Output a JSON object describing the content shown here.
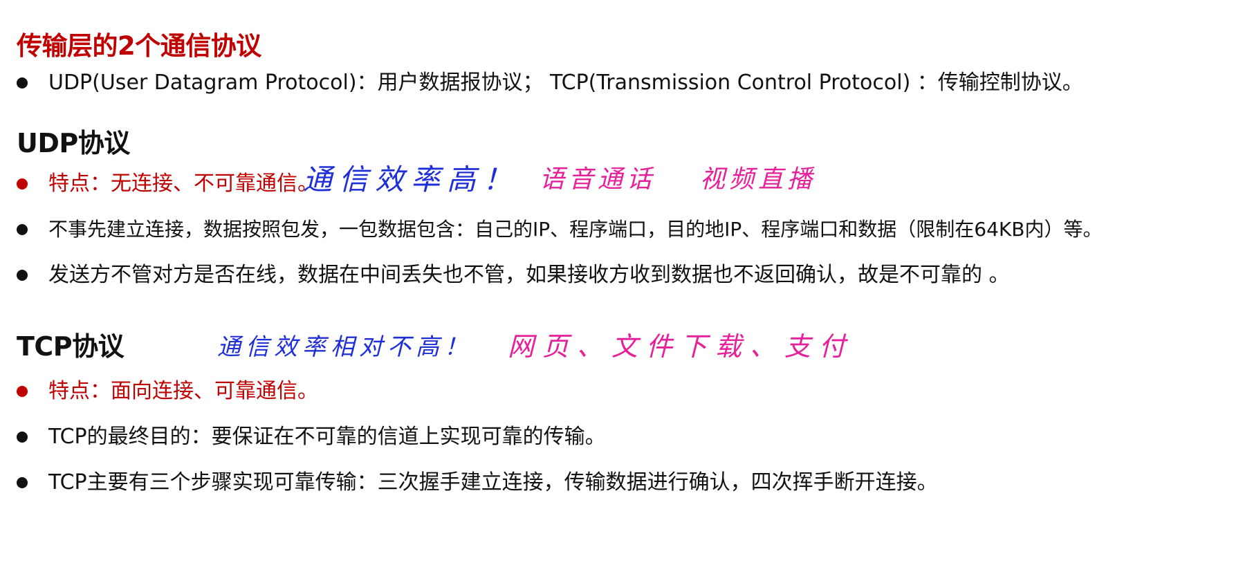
{
  "title": "传输层的2个通信协议",
  "intro": "UDP(User Datagram Protocol)：用户数据报协议； TCP(Transmission Control Protocol) ：传输控制协议。",
  "udp": {
    "heading": "UDP协议",
    "feature": "特点：无连接、不可靠通信。",
    "note_efficiency": "通信效率高！",
    "note_uses_1": "语音通话",
    "note_uses_2": "视频直播",
    "point_1": "不事先建立连接，数据按照包发，一包数据包含：自己的IP、程序端口，目的地IP、程序端口和数据（限制在64KB内）等。",
    "point_2": "发送方不管对方是否在线，数据在中间丢失也不管，如果接收方收到数据也不返回确认，故是不可靠的 。"
  },
  "tcp": {
    "heading": "TCP协议",
    "note_efficiency": "通信效率相对不高！",
    "note_uses": "网页、文件下载、支付",
    "feature": "特点：面向连接、可靠通信。",
    "point_1": "TCP的最终目的：要保证在不可靠的信道上实现可靠的传输。",
    "point_2": "TCP主要有三个步骤实现可靠传输：三次握手建立连接，传输数据进行确认，四次挥手断开连接。"
  },
  "colors": {
    "accent_red": "#c00000",
    "annotation_blue": "#1f2fd8",
    "annotation_pink": "#e6209a"
  }
}
